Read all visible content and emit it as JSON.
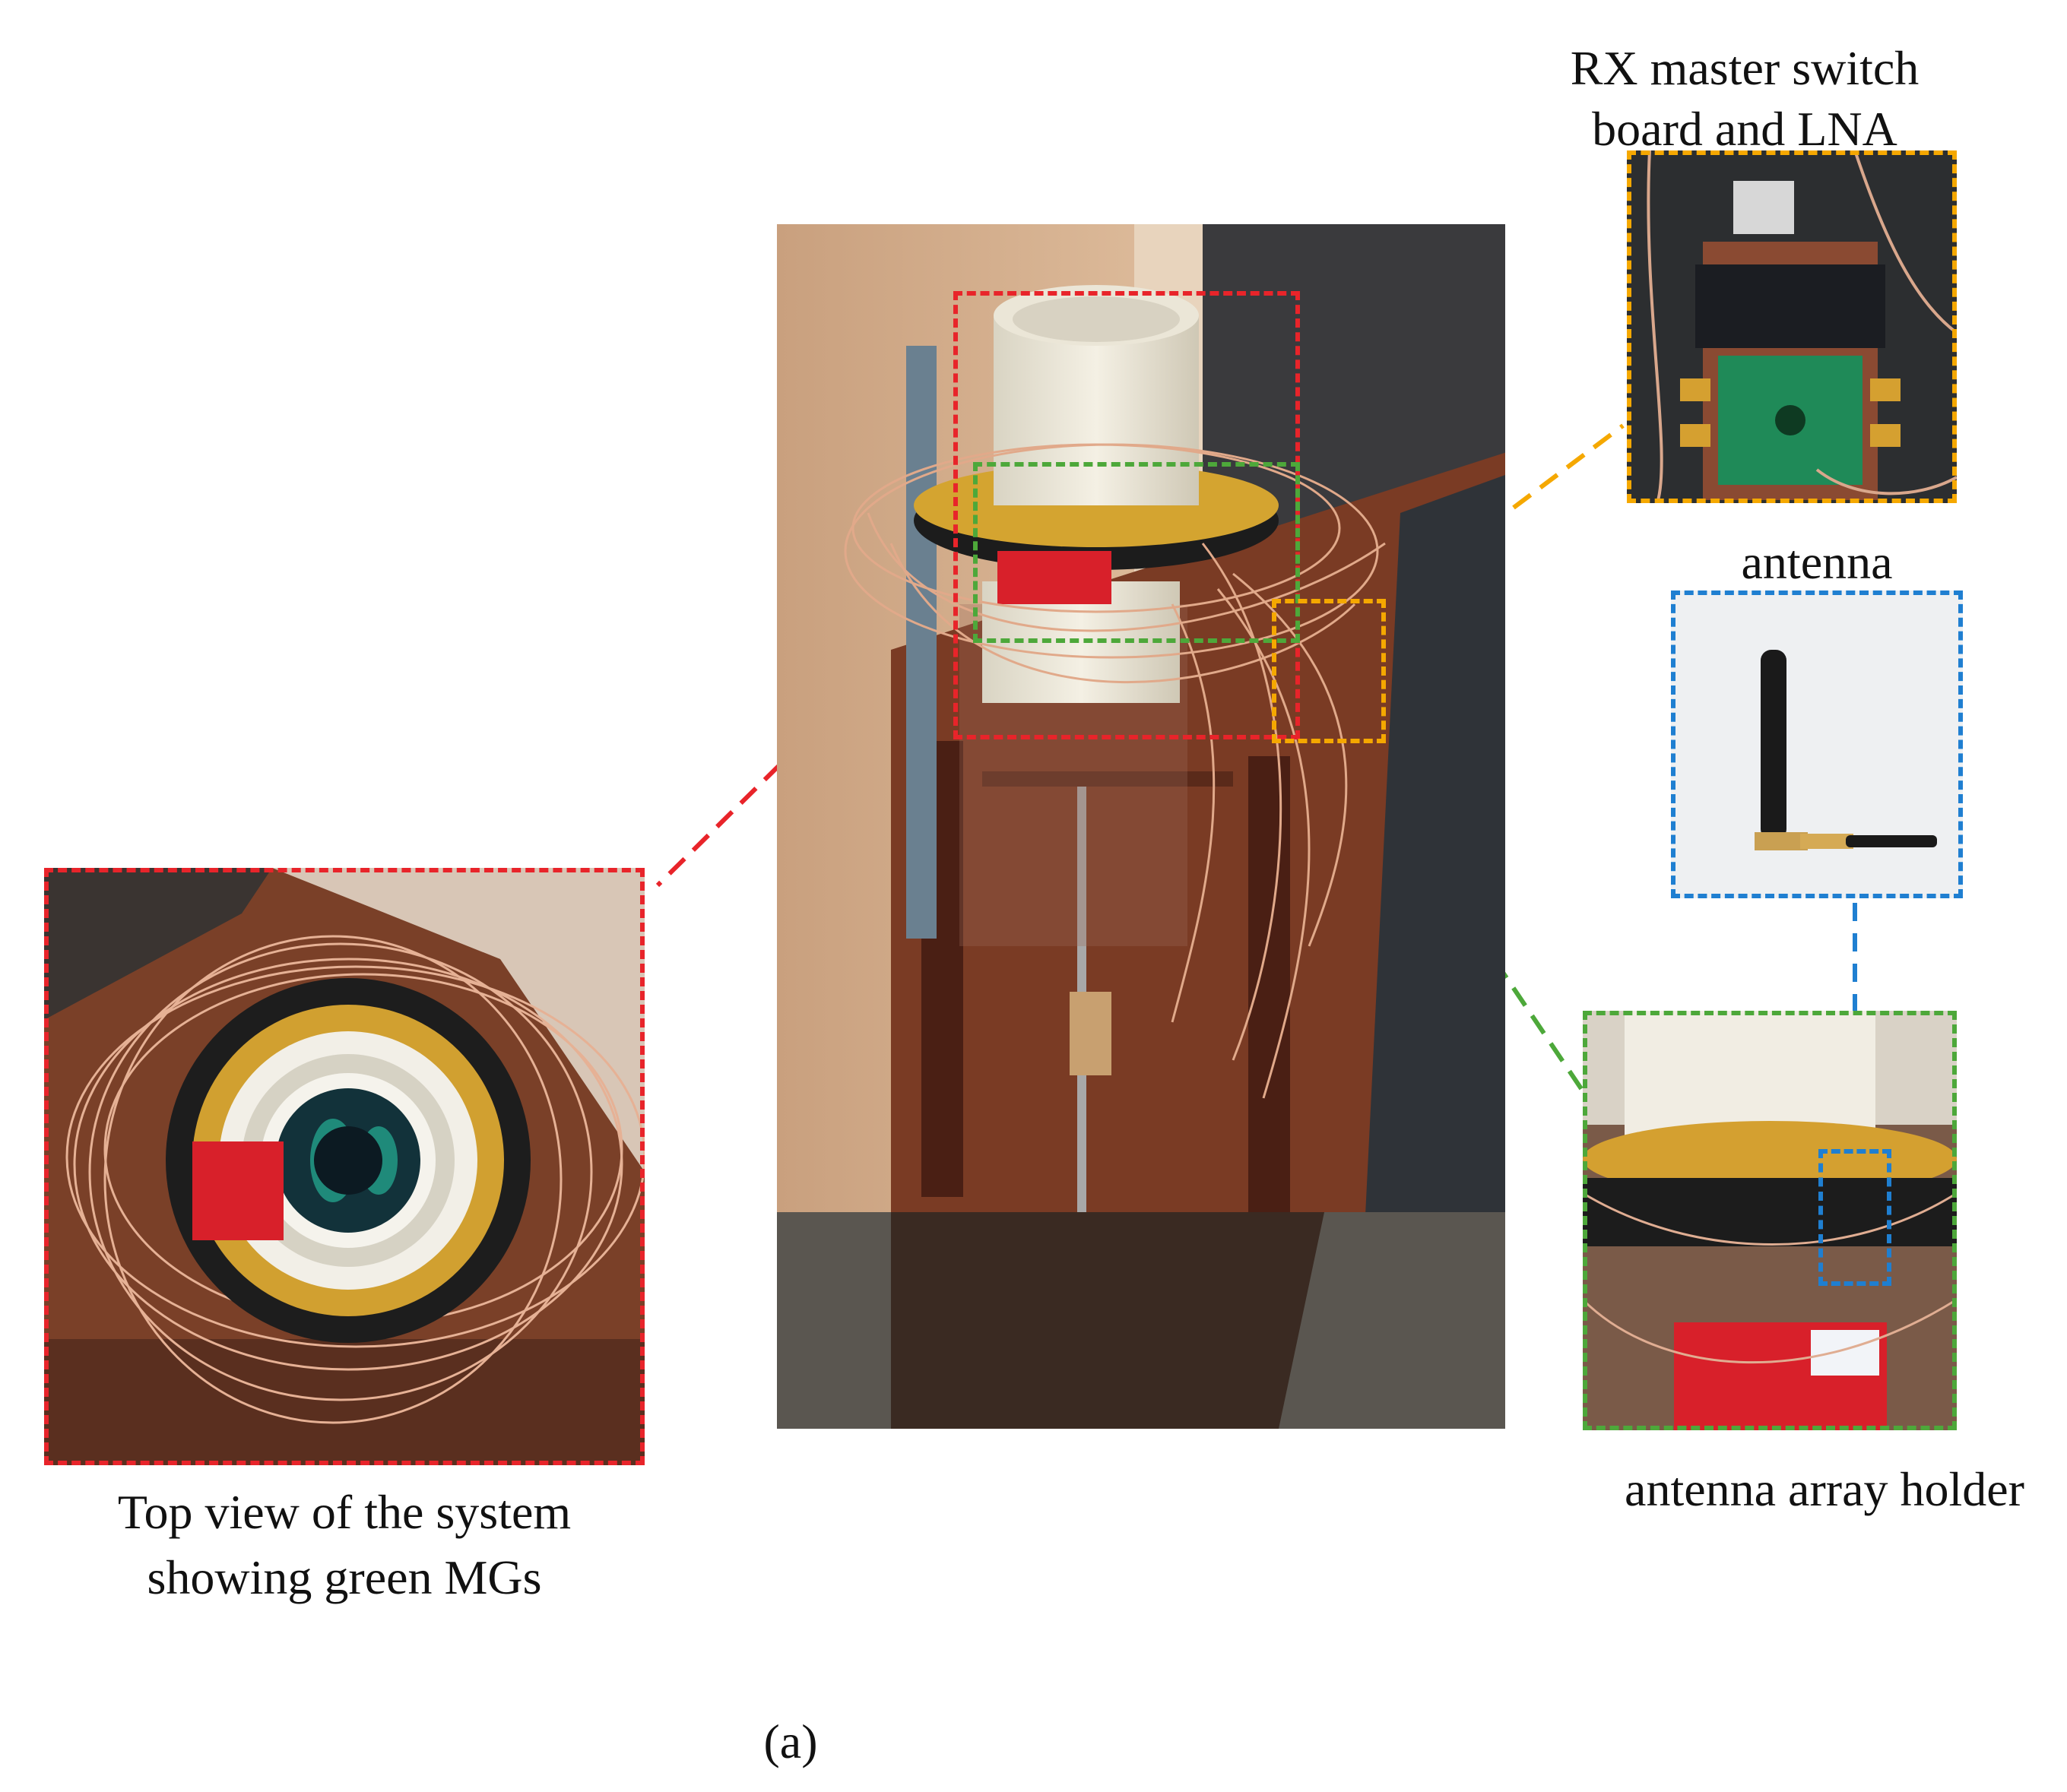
{
  "figure": {
    "sublabel": "(a)",
    "captions": {
      "top_view": [
        "Top view of the system",
        "showing green MGs"
      ],
      "rx_switch": [
        "RX master switch",
        "board and LNA"
      ],
      "antenna": "antenna",
      "array_holder": "antenna array holder"
    },
    "colors": {
      "red_box": "#e8242a",
      "green_box": "#4da83a",
      "yellow_box": "#f5a800",
      "blue_box": "#1f7fd1"
    }
  }
}
